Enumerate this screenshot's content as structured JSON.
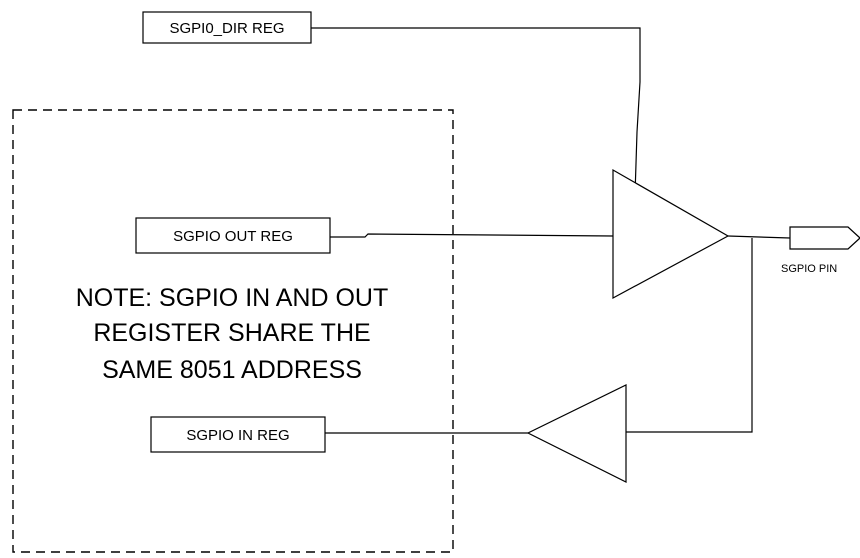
{
  "diagram": {
    "registers": {
      "dir": "SGPI0_DIR REG",
      "out": "SGPIO OUT REG",
      "in": "SGPIO IN REG"
    },
    "pin_label": "SGPIO PIN",
    "note": {
      "line1": "NOTE: SGPIO IN AND OUT",
      "line2": "REGISTER SHARE THE",
      "line3": "SAME 8051 ADDRESS"
    }
  }
}
